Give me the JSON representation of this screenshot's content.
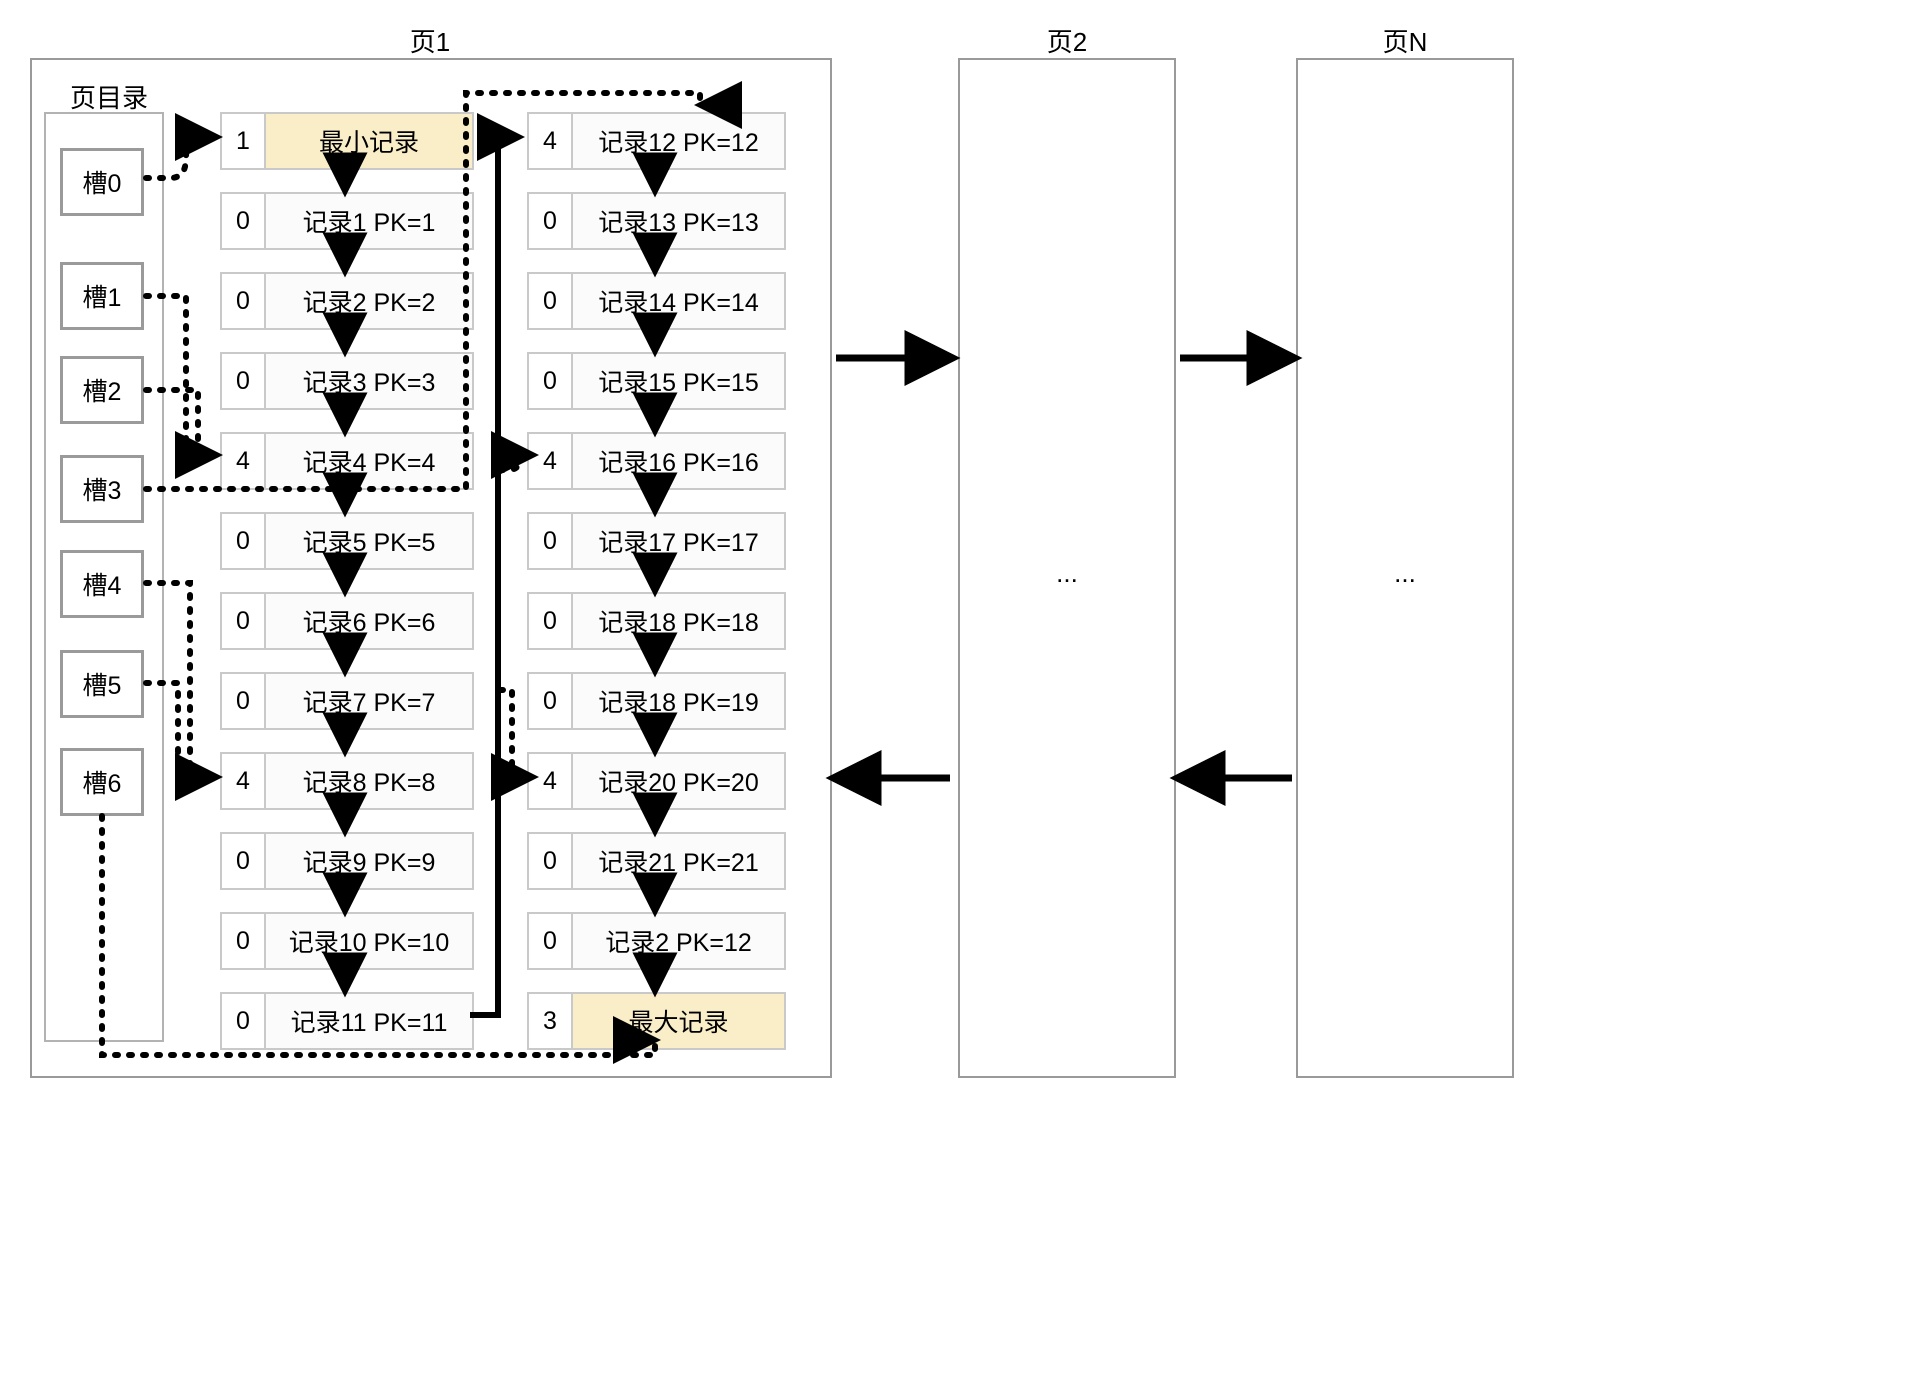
{
  "titles": {
    "page1": "页1",
    "page2": "页2",
    "pageN": "页N",
    "directory": "页目录"
  },
  "directory": {
    "slots": [
      {
        "label": "槽0"
      },
      {
        "label": "槽1"
      },
      {
        "label": "槽2"
      },
      {
        "label": "槽3"
      },
      {
        "label": "槽4"
      },
      {
        "label": "槽5"
      },
      {
        "label": "槽6"
      }
    ]
  },
  "page1": {
    "left_column": [
      {
        "n": "1",
        "text": "最小记录",
        "highlight": true
      },
      {
        "n": "0",
        "text": "记录1 PK=1",
        "highlight": false
      },
      {
        "n": "0",
        "text": "记录2 PK=2",
        "highlight": false
      },
      {
        "n": "0",
        "text": "记录3 PK=3",
        "highlight": false
      },
      {
        "n": "4",
        "text": "记录4 PK=4",
        "highlight": false
      },
      {
        "n": "0",
        "text": "记录5 PK=5",
        "highlight": false
      },
      {
        "n": "0",
        "text": "记录6 PK=6",
        "highlight": false
      },
      {
        "n": "0",
        "text": "记录7 PK=7",
        "highlight": false
      },
      {
        "n": "4",
        "text": "记录8 PK=8",
        "highlight": false
      },
      {
        "n": "0",
        "text": "记录9 PK=9",
        "highlight": false
      },
      {
        "n": "0",
        "text": "记录10 PK=10",
        "highlight": false
      },
      {
        "n": "0",
        "text": "记录11 PK=11",
        "highlight": false
      }
    ],
    "right_column": [
      {
        "n": "4",
        "text": "记录12 PK=12",
        "highlight": false
      },
      {
        "n": "0",
        "text": "记录13 PK=13",
        "highlight": false
      },
      {
        "n": "0",
        "text": "记录14 PK=14",
        "highlight": false
      },
      {
        "n": "0",
        "text": "记录15 PK=15",
        "highlight": false
      },
      {
        "n": "4",
        "text": "记录16 PK=16",
        "highlight": false
      },
      {
        "n": "0",
        "text": "记录17 PK=17",
        "highlight": false
      },
      {
        "n": "0",
        "text": "记录18 PK=18",
        "highlight": false
      },
      {
        "n": "0",
        "text": "记录18 PK=19",
        "highlight": false
      },
      {
        "n": "4",
        "text": "记录20 PK=20",
        "highlight": false
      },
      {
        "n": "0",
        "text": "记录21 PK=21",
        "highlight": false
      },
      {
        "n": "0",
        "text": "记录2 PK=12",
        "highlight": false
      },
      {
        "n": "3",
        "text": "最大记录",
        "highlight": true
      }
    ]
  },
  "page2": {
    "body": "..."
  },
  "pageN": {
    "body": "..."
  },
  "colors": {
    "highlight": "#faeec9",
    "record_border": "#c9c9c9",
    "page_border": "#9a9a9a",
    "arrow": "#000000"
  }
}
